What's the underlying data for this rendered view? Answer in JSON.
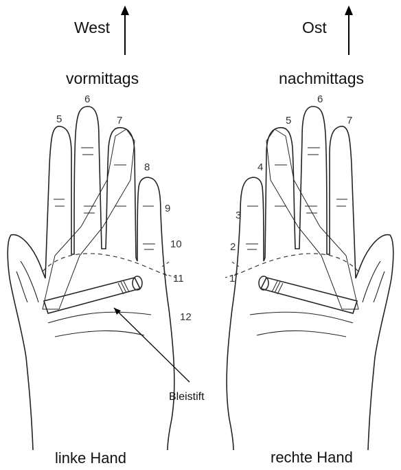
{
  "left": {
    "direction": "West",
    "time_label": "vormittags",
    "caption": "linke Hand",
    "finger_numbers": [
      "5",
      "6",
      "7",
      "8"
    ],
    "side_numbers": [
      "9",
      "10",
      "11",
      "12"
    ]
  },
  "right": {
    "direction": "Ost",
    "time_label": "nachmittags",
    "caption": "rechte Hand",
    "finger_numbers": [
      "4",
      "5",
      "6",
      "7"
    ],
    "side_numbers": [
      "3",
      "2",
      "1"
    ]
  },
  "pencil_label": "Bleistift"
}
